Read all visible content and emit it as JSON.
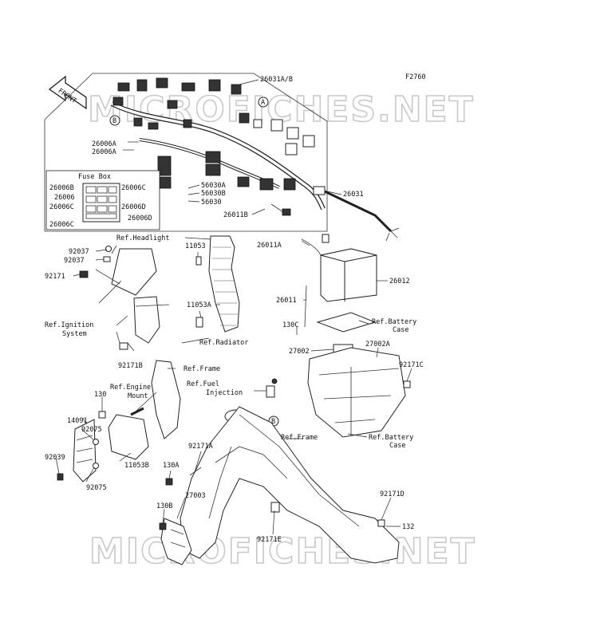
{
  "figure_code": "F2760",
  "watermark_top": "MICROFICHES.NET",
  "watermark_bottom": "MICROFICHES.NET",
  "front_arrow": "FRONT",
  "fuse_box_title": "Fuse Box",
  "callouts": {
    "a1": "A",
    "a2": "A",
    "b1": "B",
    "b2": "B"
  },
  "parts": {
    "p26031ab": "26031A/B",
    "p26006a_1": "26006A",
    "p26006a_2": "26006A",
    "p26006b": "26006B",
    "p26006c_1": "26006C",
    "p26006_fb": "26006",
    "p26006c_2": "26006C",
    "p26006d_1": "26006D",
    "p26006d_2": "26006D",
    "p26006c_3": "26006C",
    "p56030a": "56030A",
    "p56030b": "56030B",
    "p56030": "56030",
    "p26031": "26031",
    "p26011b": "26011B",
    "p92037_1": "92037",
    "p92037_2": "92037",
    "p92171": "92171",
    "p11053": "11053",
    "p26011a": "26011A",
    "p26012": "26012",
    "p26011": "26011",
    "p11053a": "11053A",
    "p130c": "130C",
    "p27002": "27002",
    "p27002a": "27002A",
    "p92171b": "92171B",
    "p92171c": "92171C",
    "p130": "130",
    "p14091": "14091",
    "p92075_1": "92075",
    "p92039": "92039",
    "p92075_2": "92075",
    "p11053b": "11053B",
    "p92171a": "92171A",
    "p130a": "130A",
    "p27003": "27003",
    "p130b": "130B",
    "p92171e": "92171E",
    "p92171d": "92171D",
    "p132": "132"
  },
  "refs": {
    "headlight": "Ref.Headlight",
    "ignition_1": "Ref.Ignition",
    "ignition_2": "System",
    "radiator": "Ref.Radiator",
    "frame_1": "Ref.Frame",
    "engine_1": "Ref.Engine",
    "engine_2": "Mount",
    "fuel_1": "Ref.Fuel",
    "fuel_2": "Injection",
    "battery_case_1a": "Ref.Battery",
    "battery_case_1b": "Case",
    "frame_2": "Ref.Frame",
    "battery_case_2a": "Ref.Battery",
    "battery_case_2b": "Case"
  }
}
